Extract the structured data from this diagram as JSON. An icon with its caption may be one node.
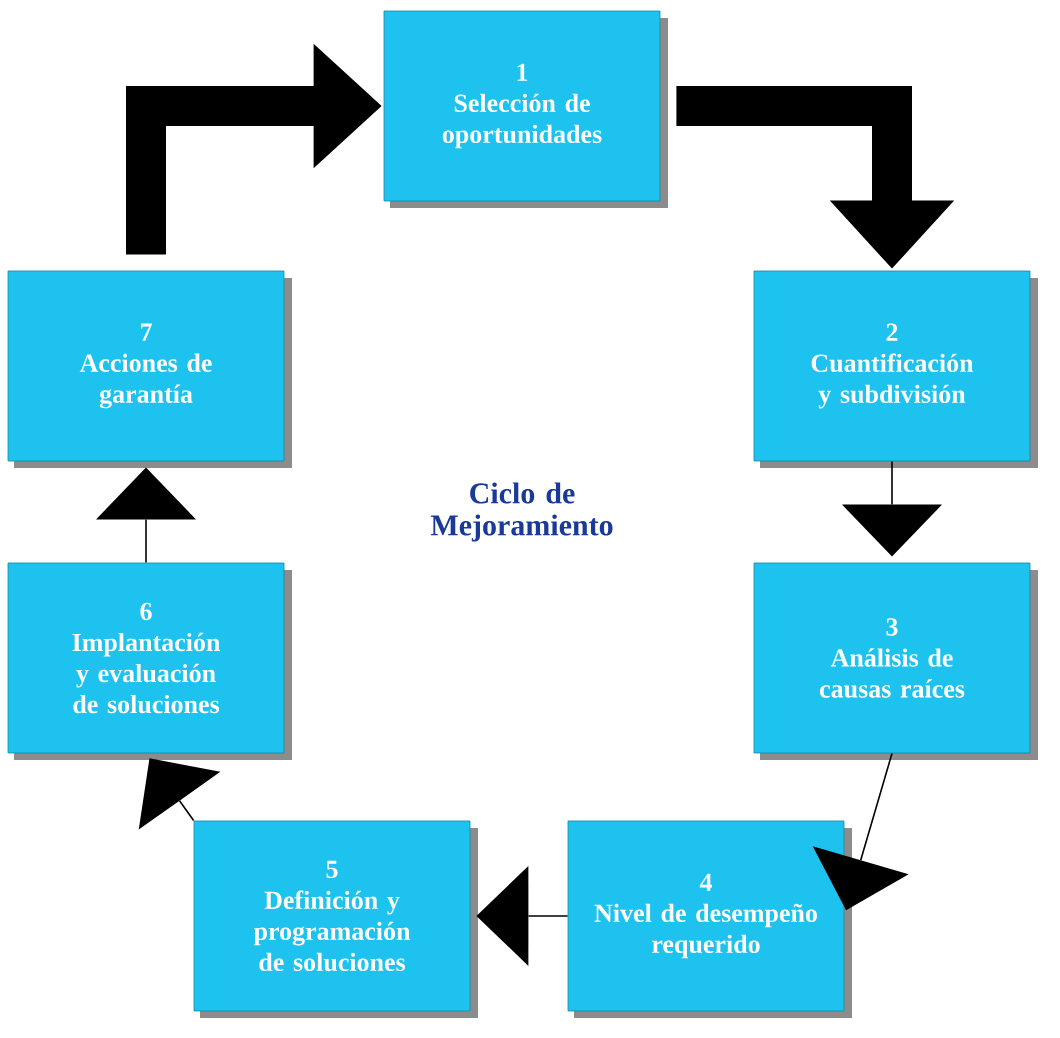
{
  "diagram": {
    "title": "Ciclo de Mejoramiento",
    "nodes": [
      {
        "text": [
          "1",
          "Selección de oportunidades"
        ]
      },
      {
        "text": [
          "2",
          "Cuantificación y subdivisión"
        ]
      },
      {
        "text": [
          "3",
          "Análisis de causas raíces"
        ]
      },
      {
        "text": [
          "4",
          "Nivel de desempeño requerido"
        ]
      },
      {
        "text": [
          "5",
          "Definición y programación de soluciones"
        ]
      },
      {
        "text": [
          "6",
          "Implantación y evaluación de soluciones"
        ]
      },
      {
        "text": [
          "7",
          "Acciones de garantía"
        ]
      }
    ],
    "edges": [
      {
        "from": 0,
        "to": 1,
        "arrow": "to",
        "style": "thick"
      },
      {
        "from": 1,
        "to": 2,
        "arrow": "to"
      },
      {
        "from": 2,
        "to": 3,
        "arrow": "to"
      },
      {
        "from": 3,
        "to": 4,
        "arrow": "to"
      },
      {
        "from": 4,
        "to": 5,
        "arrow": "to"
      },
      {
        "from": 5,
        "to": 6,
        "arrow": "to"
      },
      {
        "from": 6,
        "to": 0,
        "arrow": "to",
        "style": "thick"
      }
    ]
  }
}
